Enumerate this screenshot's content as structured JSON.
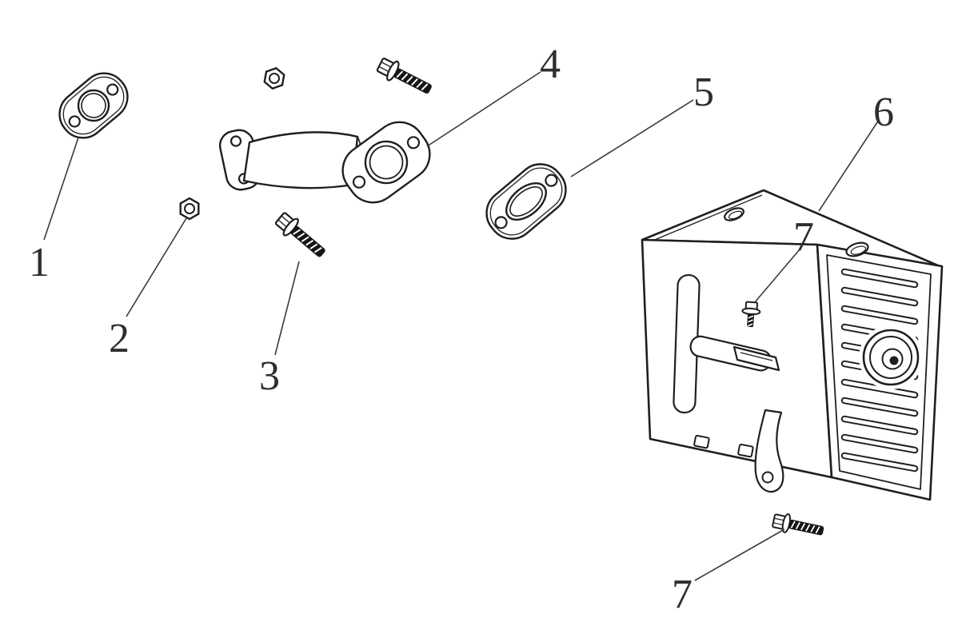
{
  "diagram": {
    "type": "exploded-parts-diagram",
    "subject": "Engine muffler and exhaust pipe assembly",
    "background_color": "#ffffff",
    "line_color": "#1f1f1f",
    "label_color": "#2e2e2e",
    "callouts": [
      {
        "num": "1",
        "part": "exhaust-pipe-gasket"
      },
      {
        "num": "2",
        "part": "hex-flange-nut"
      },
      {
        "num": "3",
        "part": "flange-bolt"
      },
      {
        "num": "4",
        "part": "exhaust-pipe"
      },
      {
        "num": "5",
        "part": "muffler-gasket"
      },
      {
        "num": "6",
        "part": "muffler"
      },
      {
        "num": "7",
        "part": "flange-bolt-muffler-top"
      },
      {
        "num": "7",
        "part": "flange-bolt-muffler-bottom"
      }
    ]
  }
}
